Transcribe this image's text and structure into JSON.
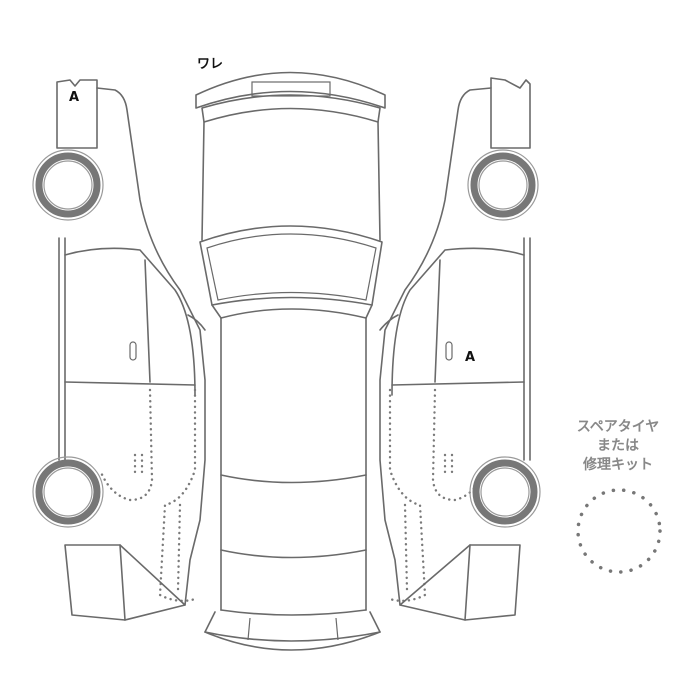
{
  "diagram": {
    "title": "Vehicle damage inspection diagram",
    "views": [
      "left-side",
      "top",
      "right-side"
    ],
    "damage_marks": [
      {
        "id": "rear-windshield-top",
        "label": "ワレ",
        "location": "top view, rear windshield/roof edge"
      },
      {
        "id": "left-front-bumper",
        "label": "A",
        "location": "left side view, front bumper area"
      },
      {
        "id": "right-front-door",
        "label": "A",
        "location": "right side view, front door near handle"
      }
    ],
    "spare": {
      "label_line1": "スペアタイヤ",
      "label_line2": "または",
      "label_line3": "修理キット"
    },
    "colors": {
      "line": "#6a6a6a",
      "tire": "#777777",
      "spare_text": "#888888",
      "mark_text": "#111111"
    }
  }
}
